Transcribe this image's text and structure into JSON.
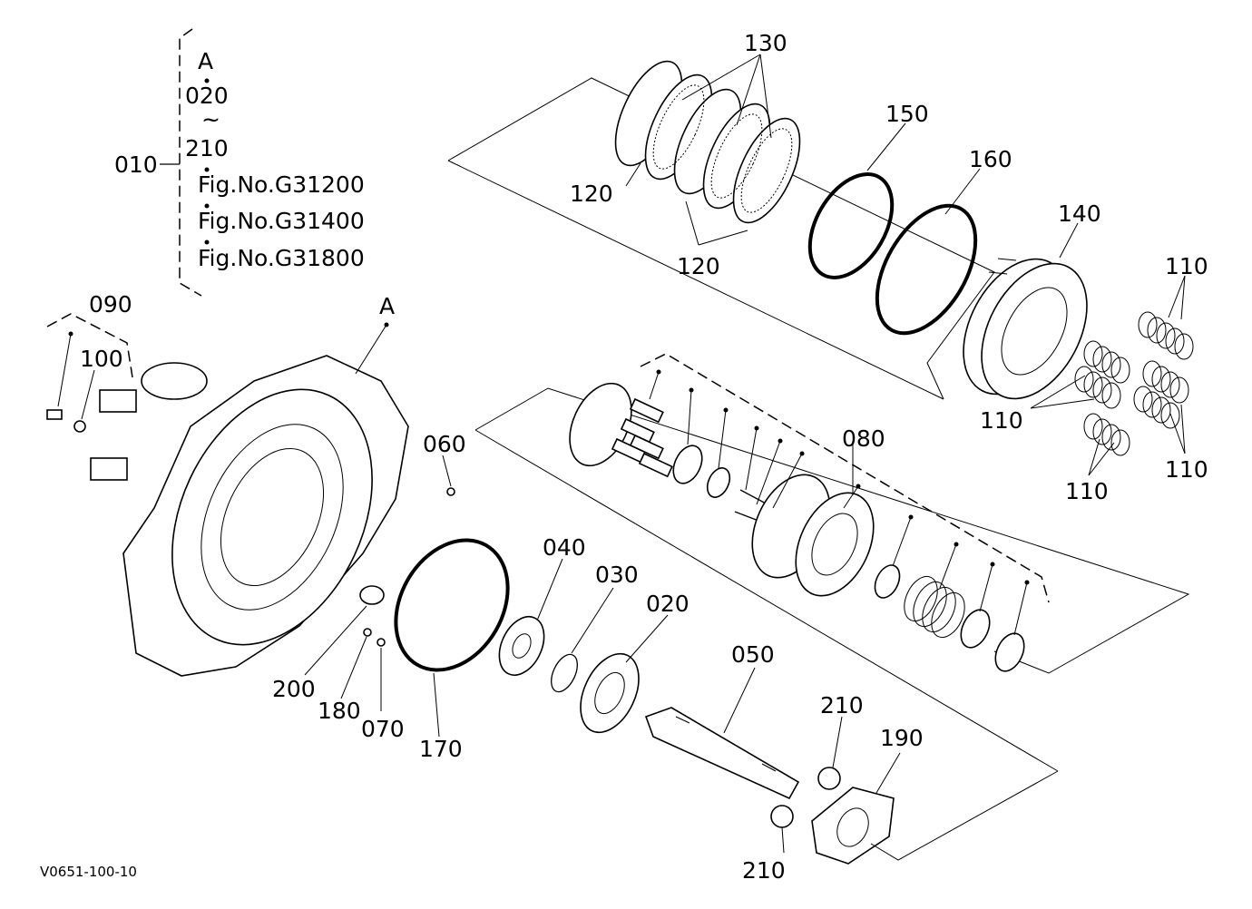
{
  "header": {
    "group_label": "010",
    "ref_letter": "A",
    "range_start": "020",
    "range_sep": "~",
    "range_end": "210",
    "fig_refs": [
      "Fig.No.G31200",
      "Fig.No.G31400",
      "Fig.No.G31800"
    ]
  },
  "housing": {
    "ref_letter": "A"
  },
  "callouts": {
    "c020": "020",
    "c030": "030",
    "c040": "040",
    "c050": "050",
    "c060": "060",
    "c070": "070",
    "c080": "080",
    "c090": "090",
    "c100": "100",
    "c110a": "110",
    "c110b": "110",
    "c110c": "110",
    "c110d": "110",
    "c120a": "120",
    "c120b": "120",
    "c130": "130",
    "c140": "140",
    "c150": "150",
    "c160": "160",
    "c170": "170",
    "c180": "180",
    "c190": "190",
    "c200": "200",
    "c210a": "210",
    "c210b": "210"
  },
  "footer": {
    "drawing_code": "V0651-100-10"
  }
}
